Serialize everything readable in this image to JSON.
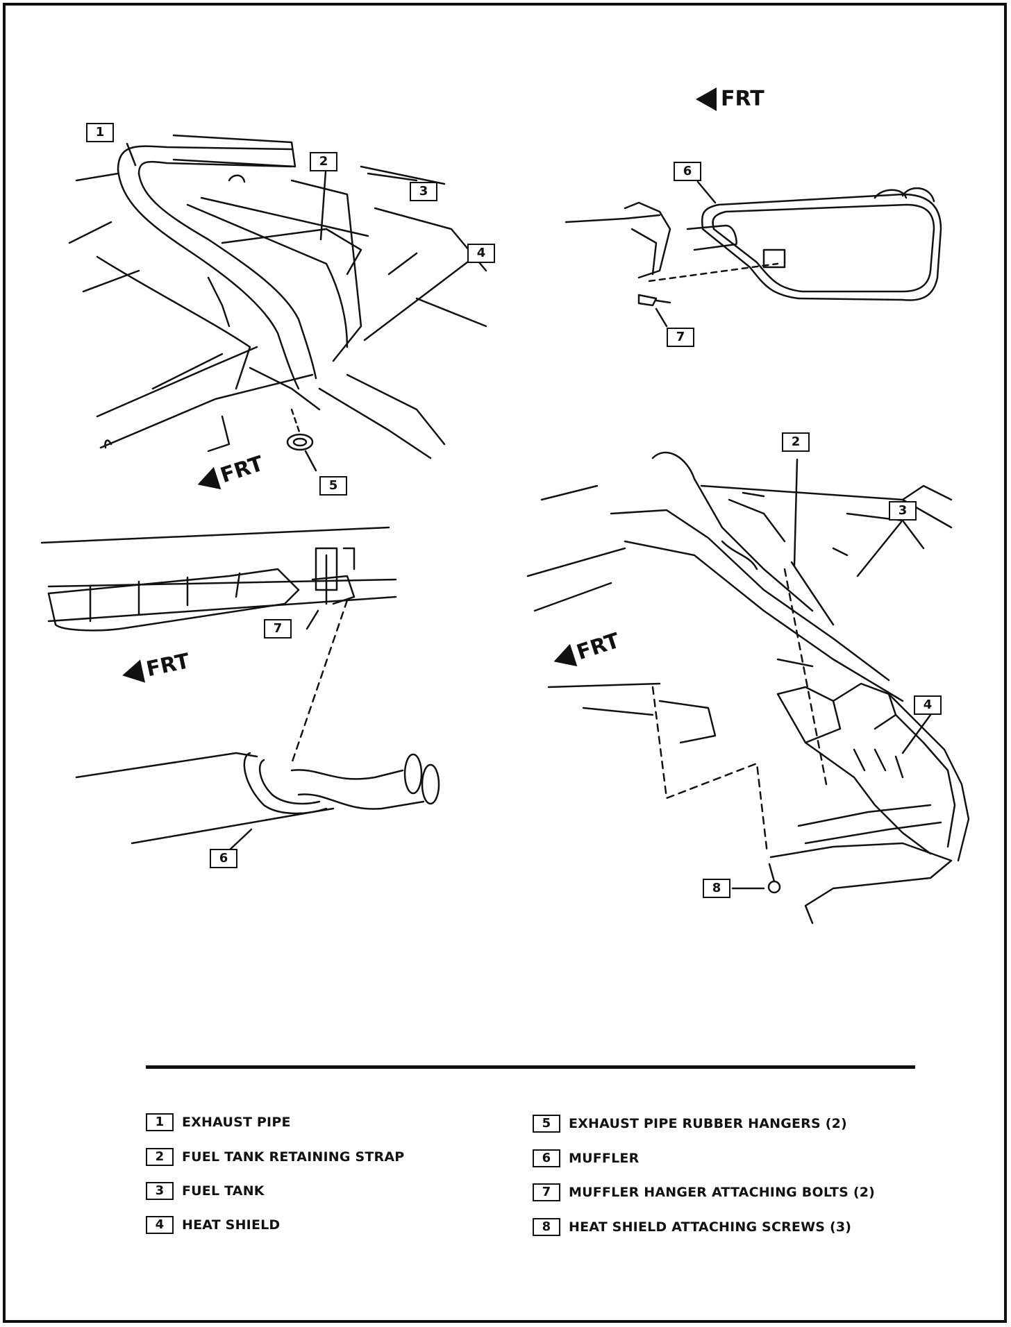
{
  "direction_label": "FRT",
  "callouts": {
    "top_left": [
      "1",
      "2",
      "3",
      "4",
      "5"
    ],
    "top_right": [
      "6",
      "7"
    ],
    "bottom_left": [
      "7",
      "6"
    ],
    "bottom_right": [
      "2",
      "3",
      "4",
      "8"
    ]
  },
  "legend": [
    {
      "number": "1",
      "label": "EXHAUST PIPE"
    },
    {
      "number": "2",
      "label": "FUEL TANK RETAINING STRAP"
    },
    {
      "number": "3",
      "label": "FUEL TANK"
    },
    {
      "number": "4",
      "label": "HEAT SHIELD"
    },
    {
      "number": "5",
      "label": "EXHAUST PIPE RUBBER HANGERS (2)"
    },
    {
      "number": "6",
      "label": "MUFFLER"
    },
    {
      "number": "7",
      "label": "MUFFLER HANGER ATTACHING BOLTS (2)"
    },
    {
      "number": "8",
      "label": "HEAT SHIELD ATTACHING SCREWS (3)"
    }
  ]
}
